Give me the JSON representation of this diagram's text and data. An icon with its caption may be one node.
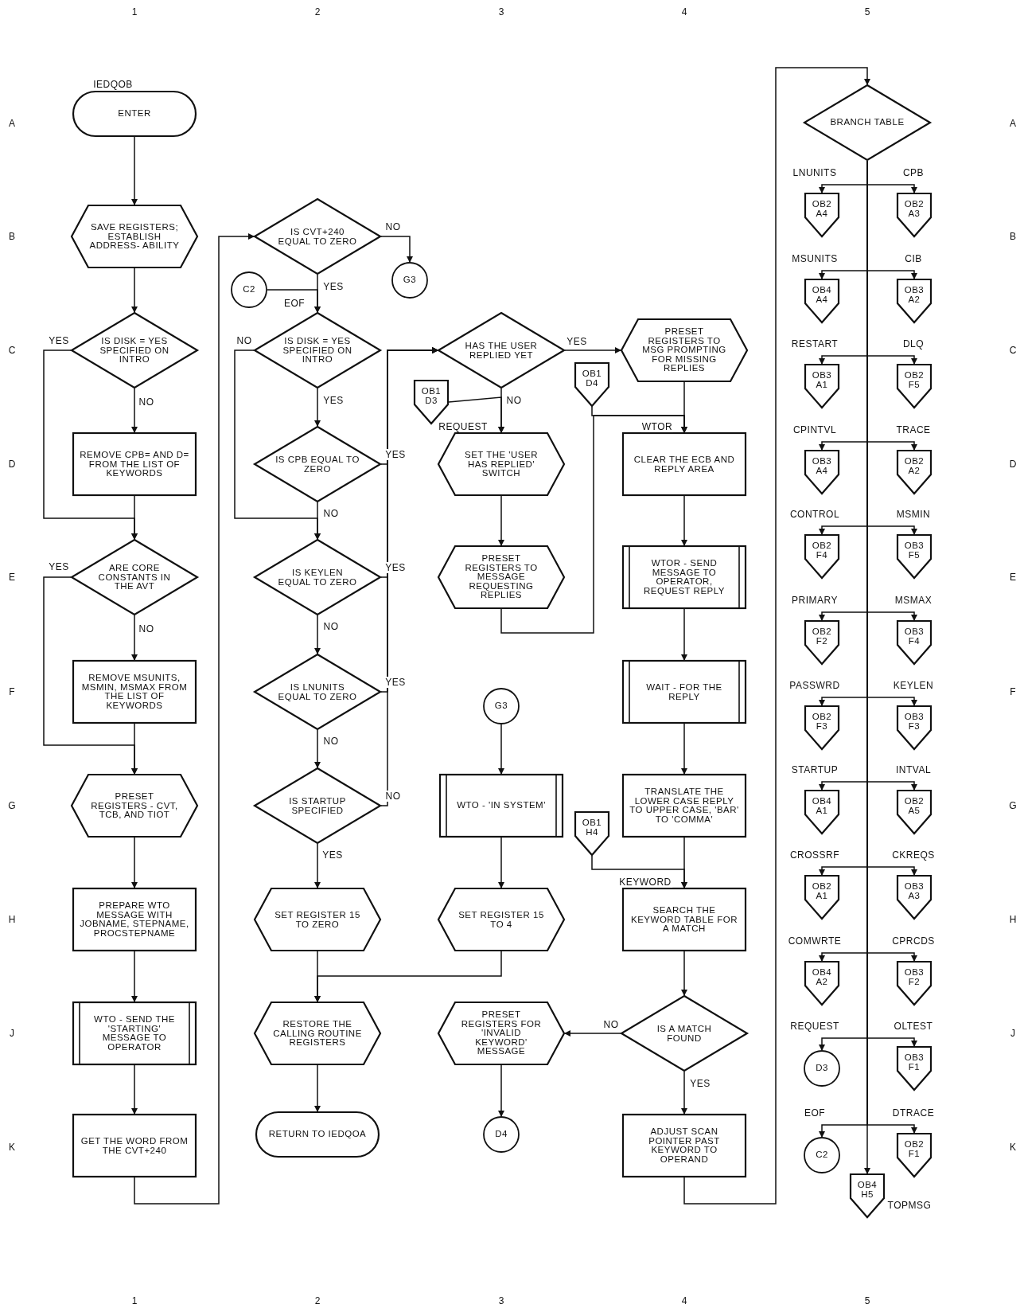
{
  "diagram": {
    "nodes": [
      {
        "text": [
          "ENTER"
        ],
        "beside": [
          "IEDQOB"
        ]
      },
      {
        "text": [
          "SAVE REGISTERS; ESTABLISH ADDRESS- ABILITY"
        ]
      },
      {
        "text": [
          "IS DISK = YES SPECIFIED ON INTRO"
        ]
      },
      {
        "text": [
          "REMOVE CPB= AND D= FROM THE LIST OF KEYWORDS"
        ]
      },
      {
        "text": [
          "ARE CORE CONSTANTS IN THE AVT"
        ]
      },
      {
        "text": [
          "REMOVE MSUNITS, MSMIN, MSMAX FROM THE LIST OF KEYWORDS"
        ]
      },
      {
        "text": [
          "PRESET REGISTERS - CVT, TCB, AND TIOT"
        ]
      },
      {
        "text": [
          "PREPARE WTO MESSAGE WITH JOBNAME, STEPNAME, PROCSTEPNAME"
        ]
      },
      {
        "text": [
          "WTO - SEND THE 'STARTING' MESSAGE TO OPERATOR"
        ]
      },
      {
        "text": [
          "GET THE WORD FROM THE CVT+240"
        ]
      },
      {
        "text": [
          "IS CVT+240 EQUAL TO ZERO"
        ]
      },
      {
        "text": [
          "G3"
        ]
      },
      {
        "text": [
          "C2"
        ]
      },
      {
        "text": [
          "IS DISK = YES SPECIFIED ON INTRO"
        ],
        "beside": [
          "EOF"
        ]
      },
      {
        "text": [
          "IS CPB EQUAL TO ZERO"
        ]
      },
      {
        "text": [
          "IS KEYLEN EQUAL TO ZERO"
        ]
      },
      {
        "text": [
          "IS LNUNITS EQUAL TO ZERO"
        ]
      },
      {
        "text": [
          "IS STARTUP SPECIFIED"
        ]
      },
      {
        "text": [
          "SET REGISTER 15 TO ZERO"
        ]
      },
      {
        "text": [
          "RESTORE THE CALLING ROUTINE REGISTERS"
        ]
      },
      {
        "text": [
          "RETURN TO IEDQOA"
        ]
      },
      {
        "text": [
          "HAS THE USER REPLIED YET"
        ]
      },
      {
        "text": [
          "OB1 D3"
        ]
      },
      {
        "text": [
          "SET THE 'USER HAS REPLIED' SWITCH"
        ],
        "beside": [
          "REQUEST"
        ]
      },
      {
        "text": [
          "PRESET REGISTERS TO MESSAGE REQUESTING REPLIES"
        ]
      },
      {
        "text": [
          "G3"
        ]
      },
      {
        "text": [
          "WTO - 'IN SYSTEM'"
        ]
      },
      {
        "text": [
          "SET REGISTER 15 TO 4"
        ]
      },
      {
        "text": [
          "PRESET REGISTERS FOR 'INVALID KEYWORD' MESSAGE"
        ]
      },
      {
        "text": [
          "D4"
        ]
      },
      {
        "text": [
          "PRESET REGISTERS TO MSG PROMPTING FOR MISSING REPLIES"
        ]
      },
      {
        "text": [
          "OB1 D4"
        ]
      },
      {
        "text": [
          "CLEAR THE ECB AND REPLY AREA"
        ],
        "beside": [
          "WTOR"
        ]
      },
      {
        "text": [
          "WTOR - SEND MESSAGE TO OPERATOR, REQUEST REPLY"
        ]
      },
      {
        "text": [
          "WAIT - FOR THE REPLY"
        ]
      },
      {
        "text": [
          "TRANSLATE THE LOWER CASE REPLY TO UPPER CASE, 'BAR' TO 'COMMA'"
        ]
      },
      {
        "text": [
          "OB1 H4"
        ]
      },
      {
        "text": [
          "SEARCH THE KEYWORD TABLE FOR A MATCH"
        ],
        "beside": [
          "KEYWORD"
        ]
      },
      {
        "text": [
          "IS A MATCH FOUND"
        ]
      },
      {
        "text": [
          "ADJUST SCAN POINTER PAST KEYWORD TO OPERAND"
        ]
      },
      {
        "text": [
          "BRANCH TABLE"
        ]
      },
      {
        "text": [
          "OB2 A4"
        ]
      },
      {
        "text": [
          "OB2 A3"
        ]
      },
      {
        "text": [
          "OB4 A4"
        ]
      },
      {
        "text": [
          "OB3 A2"
        ]
      },
      {
        "text": [
          "OB3 A1"
        ]
      },
      {
        "text": [
          "OB2 F5"
        ]
      },
      {
        "text": [
          "OB3 A4"
        ]
      },
      {
        "text": [
          "OB2 A2"
        ]
      },
      {
        "text": [
          "OB2 F4"
        ]
      },
      {
        "text": [
          "OB3 F5"
        ]
      },
      {
        "text": [
          "OB2 F2"
        ]
      },
      {
        "text": [
          "OB3 F4"
        ]
      },
      {
        "text": [
          "OB2 F3"
        ]
      },
      {
        "text": [
          "OB3 F3"
        ]
      },
      {
        "text": [
          "OB4 A1"
        ]
      },
      {
        "text": [
          "OB2 A5"
        ]
      },
      {
        "text": [
          "OB2 A1"
        ]
      },
      {
        "text": [
          "OB3 A3"
        ]
      },
      {
        "text": [
          "OB4 A2"
        ]
      },
      {
        "text": [
          "OB3 F2"
        ]
      },
      {
        "text": [
          "D3"
        ]
      },
      {
        "text": [
          "OB3 F1"
        ]
      },
      {
        "text": [
          "C2"
        ]
      },
      {
        "text": [
          "OB2 F1"
        ]
      },
      {
        "text": [
          "OB4 H5"
        ],
        "beside": [
          "TOPMSG"
        ]
      }
    ],
    "edges": [
      {
        "from": 0,
        "to": 1,
        "arrow": "to"
      },
      {
        "from": 1,
        "to": 2,
        "arrow": "to"
      },
      {
        "from": 2,
        "to": 3,
        "label": "NO",
        "arrow": "to"
      },
      {
        "from": 2,
        "to": 4,
        "label": "YES",
        "arrow": "to"
      },
      {
        "from": 3,
        "to": 4,
        "arrow": "to"
      },
      {
        "from": 4,
        "to": 5,
        "label": "NO",
        "arrow": "to"
      },
      {
        "from": 4,
        "to": 6,
        "label": "YES",
        "arrow": "to"
      },
      {
        "from": 5,
        "to": 6,
        "arrow": "to"
      },
      {
        "from": 6,
        "to": 7,
        "arrow": "to"
      },
      {
        "from": 7,
        "to": 8,
        "arrow": "to"
      },
      {
        "from": 8,
        "to": 9,
        "arrow": "to"
      },
      {
        "from": 9,
        "to": 10,
        "arrow": "to"
      },
      {
        "from": 10,
        "to": 11,
        "label": "NO",
        "arrow": "to"
      },
      {
        "from": 10,
        "to": 13,
        "label": "YES",
        "arrow": "to"
      },
      {
        "from": 12,
        "to": 13,
        "arrow": "to"
      },
      {
        "from": 13,
        "to": 14,
        "label": "YES",
        "arrow": "to"
      },
      {
        "from": 13,
        "to": 15,
        "label": "NO",
        "arrow": "to"
      },
      {
        "from": 14,
        "to": 21,
        "label": "YES",
        "arrow": "to"
      },
      {
        "from": 14,
        "to": 15,
        "label": "NO",
        "arrow": "to"
      },
      {
        "from": 15,
        "to": 21,
        "label": "YES",
        "arrow": "to"
      },
      {
        "from": 15,
        "to": 16,
        "label": "NO",
        "arrow": "to"
      },
      {
        "from": 16,
        "to": 21,
        "label": "YES",
        "arrow": "to"
      },
      {
        "from": 16,
        "to": 17,
        "label": "NO",
        "arrow": "to"
      },
      {
        "from": 17,
        "to": 21,
        "label": "NO",
        "arrow": "to"
      },
      {
        "from": 17,
        "to": 18,
        "label": "YES",
        "arrow": "to"
      },
      {
        "from": 18,
        "to": 19,
        "arrow": "to"
      },
      {
        "from": 27,
        "to": 19,
        "arrow": "to"
      },
      {
        "from": 19,
        "to": 20,
        "arrow": "to"
      },
      {
        "from": 21,
        "to": 30,
        "label": "YES",
        "arrow": "to"
      },
      {
        "from": 21,
        "to": 23,
        "label": "NO",
        "arrow": "to"
      },
      {
        "from": 22,
        "to": 23,
        "arrow": "to"
      },
      {
        "from": 23,
        "to": 24,
        "arrow": "to"
      },
      {
        "from": 24,
        "to": 32,
        "arrow": "to"
      },
      {
        "from": 25,
        "to": 26,
        "arrow": "to"
      },
      {
        "from": 26,
        "to": 27,
        "arrow": "to"
      },
      {
        "from": 30,
        "to": 32,
        "arrow": "to"
      },
      {
        "from": 31,
        "to": 32,
        "arrow": "to"
      },
      {
        "from": 32,
        "to": 33,
        "arrow": "to"
      },
      {
        "from": 33,
        "to": 34,
        "arrow": "to"
      },
      {
        "from": 34,
        "to": 35,
        "arrow": "to"
      },
      {
        "from": 35,
        "to": 37,
        "arrow": "to"
      },
      {
        "from": 36,
        "to": 37,
        "arrow": "to"
      },
      {
        "from": 37,
        "to": 38,
        "arrow": "to"
      },
      {
        "from": 38,
        "to": 28,
        "label": "NO",
        "arrow": "to"
      },
      {
        "from": 38,
        "to": 39,
        "label": "YES",
        "arrow": "to"
      },
      {
        "from": 28,
        "to": 29,
        "arrow": "to"
      },
      {
        "from": 39,
        "to": 40,
        "arrow": "to"
      },
      {
        "from": 40,
        "to": 41,
        "label": "LNUNITS",
        "arrow": "to"
      },
      {
        "from": 40,
        "to": 42,
        "label": "CPB",
        "arrow": "to"
      },
      {
        "from": 40,
        "to": 43,
        "label": "MSUNITS",
        "arrow": "to"
      },
      {
        "from": 40,
        "to": 44,
        "label": "CIB",
        "arrow": "to"
      },
      {
        "from": 40,
        "to": 45,
        "label": "RESTART",
        "arrow": "to"
      },
      {
        "from": 40,
        "to": 46,
        "label": "DLQ",
        "arrow": "to"
      },
      {
        "from": 40,
        "to": 47,
        "label": "CPINTVL",
        "arrow": "to"
      },
      {
        "from": 40,
        "to": 48,
        "label": "TRACE",
        "arrow": "to"
      },
      {
        "from": 40,
        "to": 49,
        "label": "CONTROL",
        "arrow": "to"
      },
      {
        "from": 40,
        "to": 50,
        "label": "MSMIN",
        "arrow": "to"
      },
      {
        "from": 40,
        "to": 51,
        "label": "PRIMARY",
        "arrow": "to"
      },
      {
        "from": 40,
        "to": 52,
        "label": "MSMAX",
        "arrow": "to"
      },
      {
        "from": 40,
        "to": 53,
        "label": "PASSWRD",
        "arrow": "to"
      },
      {
        "from": 40,
        "to": 54,
        "label": "KEYLEN",
        "arrow": "to"
      },
      {
        "from": 40,
        "to": 55,
        "label": "STARTUP",
        "arrow": "to"
      },
      {
        "from": 40,
        "to": 56,
        "label": "INTVAL",
        "arrow": "to"
      },
      {
        "from": 40,
        "to": 57,
        "label": "CROSSRF",
        "arrow": "to"
      },
      {
        "from": 40,
        "to": 58,
        "label": "CKREQS",
        "arrow": "to"
      },
      {
        "from": 40,
        "to": 59,
        "label": "COMWRTE",
        "arrow": "to"
      },
      {
        "from": 40,
        "to": 60,
        "label": "CPRCDS",
        "arrow": "to"
      },
      {
        "from": 40,
        "to": 61,
        "label": "REQUEST",
        "arrow": "to"
      },
      {
        "from": 40,
        "to": 62,
        "label": "OLTEST",
        "arrow": "to"
      },
      {
        "from": 40,
        "to": 63,
        "label": "EOF",
        "arrow": "to"
      },
      {
        "from": 40,
        "to": 64,
        "label": "DTRACE",
        "arrow": "to"
      },
      {
        "from": 40,
        "to": 65,
        "arrow": "to"
      }
    ],
    "labels": [
      "1",
      "2",
      "3",
      "4",
      "5",
      "A",
      "B",
      "C",
      "D",
      "E",
      "F",
      "G",
      "H",
      "J",
      "K",
      "A",
      "B",
      "C",
      "D",
      "E",
      "F",
      "G",
      "H",
      "J",
      "K",
      "1",
      "2",
      "3",
      "4",
      "5"
    ]
  }
}
